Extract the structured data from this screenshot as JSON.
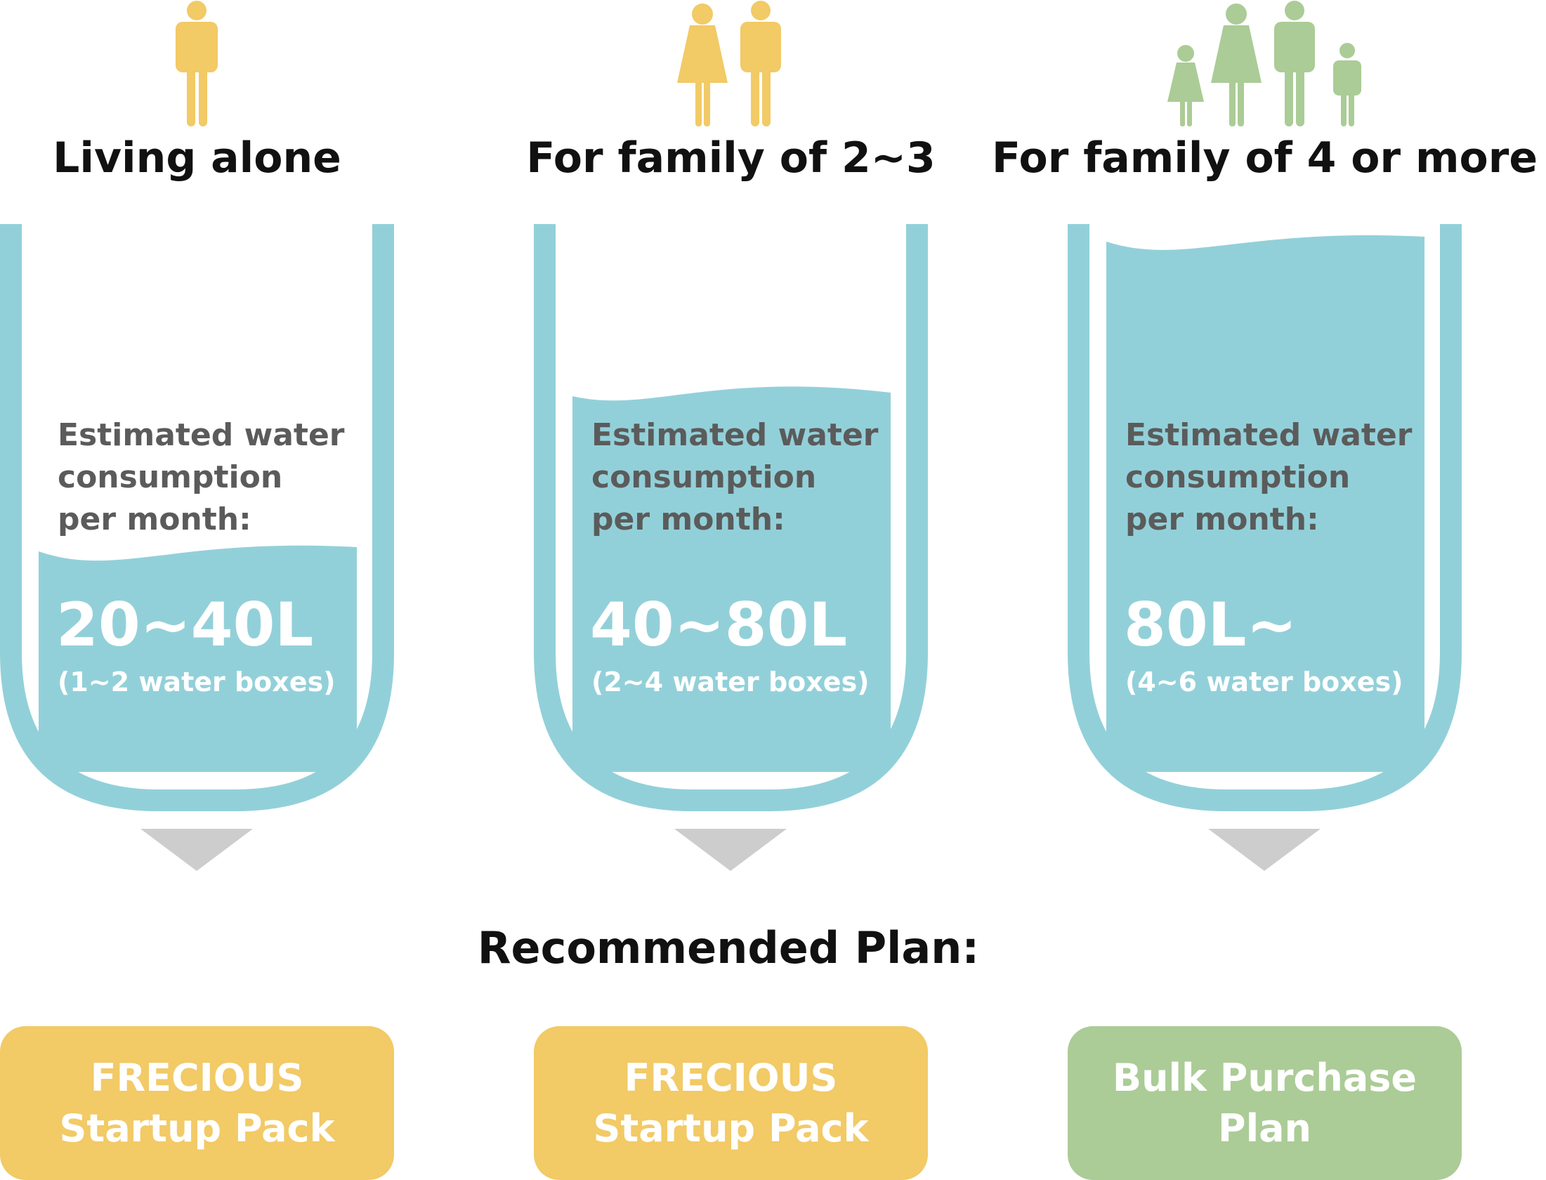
{
  "colors": {
    "water": "#92d0d9",
    "yellow": "#f2ca66",
    "green": "#abcc96",
    "arrow": "#cdcdcd",
    "muted_text": "#5b5b5b",
    "heading_text": "#111111"
  },
  "columns": [
    {
      "title": "Living alone",
      "icon_group": "single-person-icon",
      "estimate_lines": [
        "Estimated water",
        "consumption",
        "per month:"
      ],
      "amount": "20~40L",
      "boxes": "(1~2 water boxes)",
      "fill_level": 0.33,
      "plan_lines": [
        "FRECIOUS",
        "Startup Pack"
      ],
      "plan_color": "#f2ca66"
    },
    {
      "title": "For family of 2~3",
      "icon_group": "couple-icon",
      "estimate_lines": [
        "Estimated water",
        "consumption",
        "per month:"
      ],
      "amount": "40~80L",
      "boxes": "(2~4 water boxes)",
      "fill_level": 0.66,
      "plan_lines": [
        "FRECIOUS",
        "Startup Pack"
      ],
      "plan_color": "#f2ca66"
    },
    {
      "title": "For family of 4 or more",
      "icon_group": "family-icon",
      "estimate_lines": [
        "Estimated water",
        "consumption",
        "per month:"
      ],
      "amount": "80L~",
      "boxes": "(4~6 water boxes)",
      "fill_level": 0.95,
      "plan_lines": [
        "Bulk Purchase",
        "Plan"
      ],
      "plan_color": "#abcc96"
    }
  ],
  "recommended_heading": "Recommended Plan:"
}
